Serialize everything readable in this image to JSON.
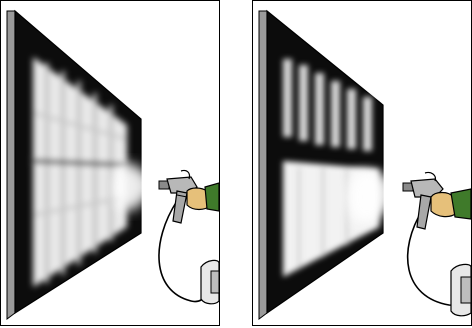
{
  "figure": {
    "panels": [
      {
        "id": "left",
        "spray_pattern": "even",
        "icons": [
          "spray-gun-icon",
          "hand-icon",
          "paint-pot-icon",
          "air-hose-icon"
        ]
      },
      {
        "id": "right",
        "spray_pattern": "uneven",
        "icons": [
          "spray-gun-icon",
          "hand-icon",
          "paint-pot-icon",
          "air-hose-icon"
        ]
      }
    ],
    "colors": {
      "panel_dark": "#0c0c0c",
      "panel_light": "#f2f2f2",
      "frame_grey": "#9a9a9a",
      "glove_green": "#3f7a2a",
      "skin": "#e6c07a",
      "gun_grey": "#b8b8b8",
      "outline": "#000000"
    }
  }
}
